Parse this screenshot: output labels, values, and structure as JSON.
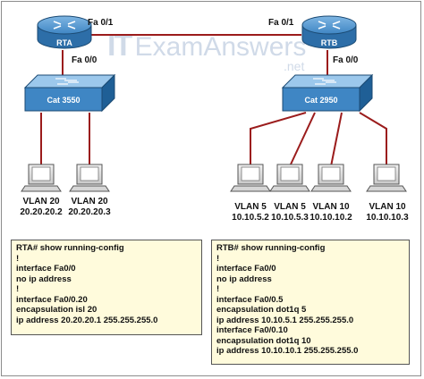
{
  "watermark": {
    "brand": "ExamAnswers",
    "suffix": ".net",
    "logo_letters": "IT"
  },
  "devices": {
    "rta": "RTA",
    "rtb": "RTB",
    "switch_a": "Cat 3550",
    "switch_b": "Cat 2950"
  },
  "interfaces": {
    "rta_fa01": "Fa 0/1",
    "rtb_fa01": "Fa 0/1",
    "rta_fa00": "Fa 0/0",
    "rtb_fa00": "Fa 0/0"
  },
  "hosts": [
    {
      "vlan": "VLAN 20",
      "ip": "20.20.20.2"
    },
    {
      "vlan": "VLAN 20",
      "ip": "20.20.20.3"
    },
    {
      "vlan": "VLAN 5",
      "ip": "10.10.5.2"
    },
    {
      "vlan": "VLAN 5",
      "ip": "10.10.5.3"
    },
    {
      "vlan": "VLAN 10",
      "ip": "10.10.10.2"
    },
    {
      "vlan": "VLAN 10",
      "ip": "10.10.10.3"
    }
  ],
  "rta_config": [
    "RTA# show running-config",
    "!",
    "interface Fa0/0",
    "no ip address",
    "!",
    "interface Fa0/0.20",
    "encapsulation isl 20",
    "ip address 20.20.20.1 255.255.255.0"
  ],
  "rtb_config": [
    "RTB# show running-config",
    "!",
    "interface Fa0/0",
    "no ip address",
    "!",
    "interface Fa0/0.5",
    "encapsulation dot1q 5",
    "ip address 10.10.5.1 255.255.255.0",
    "interface Fa0/0.10",
    "encapsulation dot1q 10",
    "ip address 10.10.10.1 255.255.255.0"
  ],
  "colors": {
    "link": "#9b1c1c",
    "device_blue": "#3f86c4",
    "device_dark": "#1f5f96",
    "config_bg": "#fffbdc"
  }
}
